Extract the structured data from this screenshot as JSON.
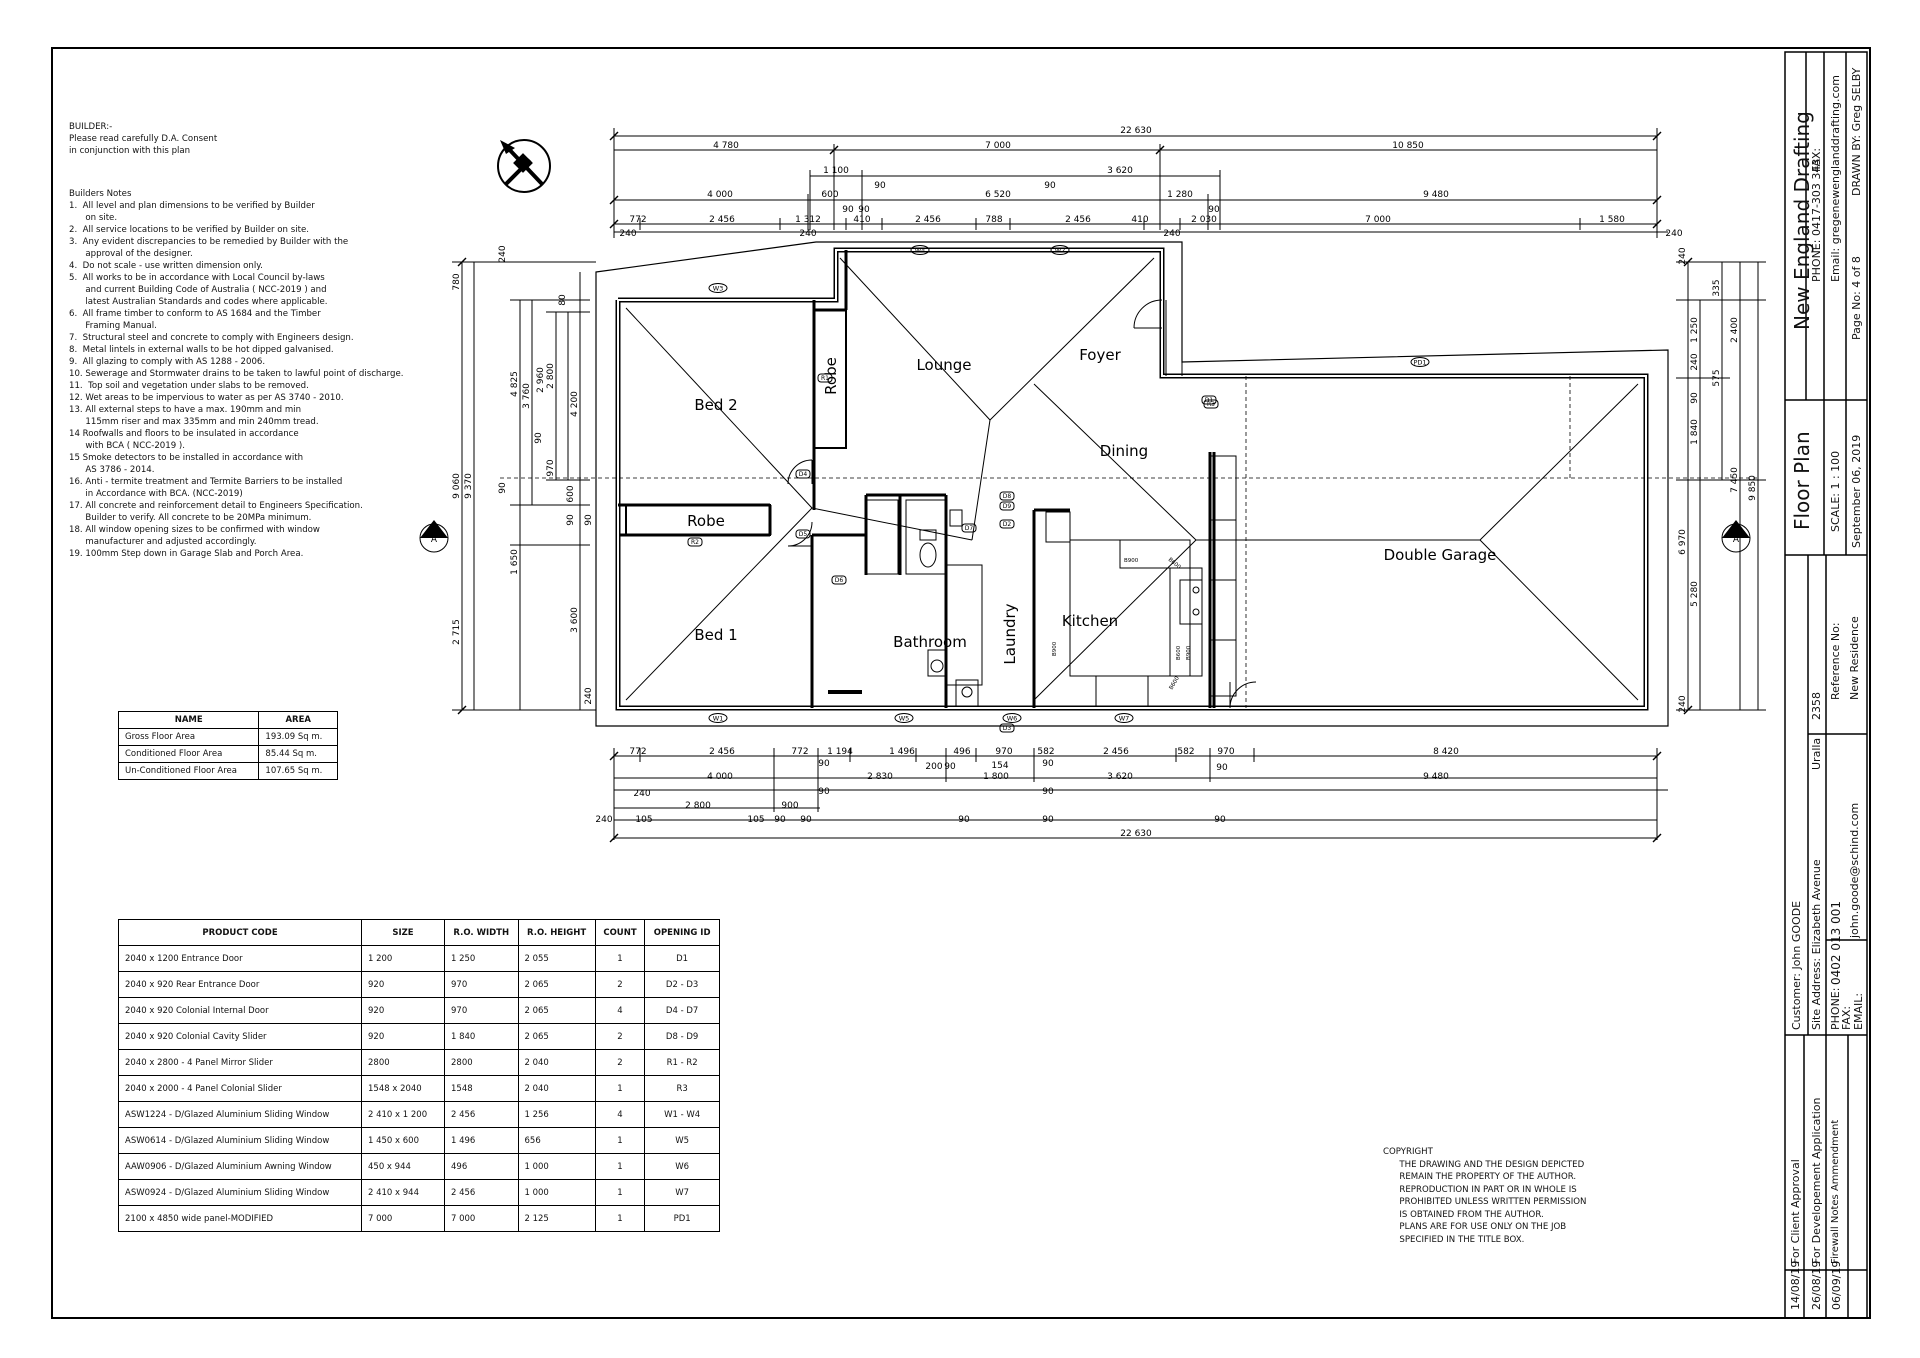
{
  "builder_notes": {
    "heading": "BUILDER:-",
    "intro": [
      "Please read carefully D.A. Consent",
      "in conjunction with this plan"
    ],
    "notes_title": "Builders Notes",
    "lines": [
      "1.  All level and plan dimensions to be verified by Builder",
      "      on site.",
      "2.  All service locations to be verified by Builder on site.",
      "3.  Any evident discrepancies to be remedied by Builder with the",
      "      approval of the designer.",
      "4.  Do not scale - use written dimension only.",
      "5.  All works to be in accordance with Local Council by-laws",
      "      and current Building Code of Australia ( NCC-2019 ) and",
      "      latest Australian Standards and codes where applicable.",
      "6.  All frame timber to conform to AS 1684 and the Timber",
      "      Framing Manual.",
      "7.  Structural steel and concrete to comply with Engineers design.",
      "8.  Metal lintels in external walls to be hot dipped galvanised.",
      "9.  All glazing to comply with AS 1288 - 2006.",
      "10. Sewerage and Stormwater drains to be taken to lawful point of discharge.",
      "11.  Top soil and vegetation under slabs to be removed.",
      "12. Wet areas to be impervious to water as per AS 3740 - 2010.",
      "13. All external steps to have a max. 190mm and min",
      "      115mm riser and max 335mm and min 240mm tread.",
      "14 Roofwalls and floors to be insulated in accordance",
      "      with BCA ( NCC-2019 ).",
      "15 Smoke detectors to be installed in accordance with",
      "      AS 3786 - 2014.",
      "16. Anti - termite treatment and Termite Barriers to be installed",
      "      in Accordance with BCA. (NCC-2019)",
      "17. All concrete and reinforcement detail to Engineers Specification.",
      "      Builder to verify. All concrete to be 20MPa minimum.",
      "18. All window opening sizes to be confirmed with window",
      "      manufacturer and adjusted accordingly.",
      "19. 100mm Step down in Garage Slab and Porch Area."
    ]
  },
  "area_table": {
    "headers": [
      "NAME",
      "AREA"
    ],
    "rows": [
      [
        "Gross Floor Area",
        "193.09 Sq m."
      ],
      [
        "Conditioned Floor Area",
        "85.44 Sq m."
      ],
      [
        "Un-Conditioned Floor Area",
        "107.65 Sq m."
      ]
    ]
  },
  "product_table": {
    "headers": [
      "PRODUCT CODE",
      "SIZE",
      "R.O. WIDTH",
      "R.O. HEIGHT",
      "COUNT",
      "OPENING ID"
    ],
    "rows": [
      [
        "2040 x 1200 Entrance Door",
        "1 200",
        "1 250",
        "2 055",
        "1",
        "D1"
      ],
      [
        "2040 x 920 Rear Entrance Door",
        "920",
        "970",
        "2 065",
        "2",
        "D2 - D3"
      ],
      [
        "2040 x 920 Colonial Internal Door",
        "920",
        "970",
        "2 065",
        "4",
        "D4 - D7"
      ],
      [
        "2040 x 920 Colonial Cavity Slider",
        "920",
        "1 840",
        "2 065",
        "2",
        "D8 - D9"
      ],
      [
        "2040 x 2800 - 4 Panel Mirror Slider",
        "2800",
        "2800",
        "2 040",
        "2",
        "R1 - R2"
      ],
      [
        "2040 x 2000 - 4 Panel Colonial Slider",
        "1548 x 2040",
        "1548",
        "2 040",
        "1",
        "R3"
      ],
      [
        "ASW1224 - D/Glazed Aluminium Sliding Window",
        "2 410 x 1 200",
        "2 456",
        "1 256",
        "4",
        "W1 - W4"
      ],
      [
        "ASW0614 - D/Glazed Aluminium Sliding Window",
        "1 450 x 600",
        "1 496",
        "656",
        "1",
        "W5"
      ],
      [
        "AAW0906 - D/Glazed Aluminium Awning Window",
        "450 x 944",
        "496",
        "1 000",
        "1",
        "W6"
      ],
      [
        "ASW0924 - D/Glazed Aluminium Sliding Window",
        "2 410 x 944",
        "2 456",
        "1 000",
        "1",
        "W7"
      ],
      [
        "2100 x 4850 wide panel-MODIFIED",
        "7 000",
        "7 000",
        "2 125",
        "1",
        "PD1"
      ]
    ]
  },
  "rooms": {
    "bed2": "Bed 2",
    "robe_upper": "Robe",
    "lounge": "Lounge",
    "foyer": "Foyer",
    "dining": "Dining",
    "robe_lower": "Robe",
    "bed1": "Bed 1",
    "bathroom": "Bathroom",
    "laundry": "Laundry",
    "kitchen": "Kitchen",
    "garage": "Double Garage"
  },
  "section_marker": "A",
  "dims_top": {
    "overall": "22 630",
    "row2": [
      "4 780",
      "7 000",
      "10 850"
    ],
    "row3a": [
      "1 100",
      "3 620"
    ],
    "row3b": [
      "90",
      "90"
    ],
    "row4": [
      "4 000",
      "600",
      "6 520",
      "1 280",
      "9 480"
    ],
    "row4b": [
      "90",
      "90",
      "90"
    ],
    "row5": [
      "772",
      "2 456",
      "1 312",
      "410",
      "2 456",
      "788",
      "2 456",
      "410",
      "2 030",
      "7 000",
      "1 580"
    ],
    "row6": [
      "240",
      "240",
      "240",
      "240"
    ]
  },
  "dims_bottom": {
    "row1": [
      "772",
      "2 456",
      "772",
      "1 194",
      "1 496",
      "496",
      "970",
      "582",
      "2 456",
      "582",
      "970",
      "8 420"
    ],
    "row2": [
      "4 000",
      "2 830",
      "200",
      "90",
      "1 800",
      "154",
      "3 620",
      "9 480"
    ],
    "row2b": [
      "90",
      "90",
      "90",
      "90",
      "90"
    ],
    "row3": [
      "240",
      "2 800",
      "900",
      "90"
    ],
    "row4": [
      "240",
      "105",
      "105",
      "90",
      "90",
      "90",
      "90"
    ],
    "overall": "22 630"
  },
  "dims_left": [
    "9 060",
    "9 370",
    "4 825",
    "3 760",
    "2 960",
    "2 800",
    "4 200",
    "780",
    "240",
    "80",
    "90",
    "90",
    "90",
    "90",
    "970",
    "600",
    "1 650",
    "2 715",
    "3 600",
    "240"
  ],
  "dims_right": [
    "240",
    "335",
    "1 250",
    "2 400",
    "575",
    "240",
    "90",
    "1 840",
    "7 450",
    "9 850",
    "6 970",
    "5 280",
    "240"
  ],
  "tags": {
    "windows": [
      "W3",
      "W4",
      "W5",
      "W6",
      "W1",
      "W2",
      "W7",
      "W2"
    ],
    "doors": [
      "D1",
      "D2",
      "D3",
      "D4",
      "D5",
      "D6",
      "D7",
      "D8",
      "D9",
      "PD1",
      "R1",
      "R2",
      "R3"
    ],
    "bench": [
      "B900",
      "B600",
      "B900",
      "B600",
      "B900",
      "B600"
    ]
  },
  "title_block": {
    "company": "New England Drafting",
    "phone": "PHONE: 0417-303 343",
    "fax": "FAX:",
    "email": "Email: gregenewenglanddrafting.com",
    "page": "Page No: 4 of 8",
    "drawn_by": "DRAWN BY: Greg SELBY",
    "sheet_title": "Floor Plan",
    "scale": "SCALE: 1 : 100",
    "date": "September 06, 2019",
    "reference_no": "Reference No:",
    "reference_value": "New Residence",
    "customer": "Customer: John GOODE",
    "site_address": "Site Address: Elizabeth Avenue",
    "town": "Uralla",
    "postcode": "2358",
    "phone_label": "PHONE:",
    "phone_value": "0402 013 001",
    "fax_label": "FAX:",
    "email_label": "EMAIL:",
    "email_value": "john.goode@schind.com",
    "revisions": [
      {
        "date": "14/08/19",
        "desc": "For Client Approval"
      },
      {
        "date": "26/08/19",
        "desc": "For Developement Application"
      },
      {
        "date": "06/09/19",
        "desc": "Firewall Notes Ammendment"
      }
    ]
  },
  "copyright": [
    "COPYRIGHT",
    "      THE DRAWING AND THE DESIGN DEPICTED",
    "      REMAIN THE PROPERTY OF THE AUTHOR.",
    "      REPRODUCTION IN PART OR IN WHOLE IS",
    "      PROHIBITED UNLESS WRITTEN PERMISSION",
    "      IS OBTAINED FROM THE AUTHOR.",
    "      PLANS ARE FOR USE ONLY ON THE JOB",
    "      SPECIFIED IN THE TITLE BOX."
  ]
}
